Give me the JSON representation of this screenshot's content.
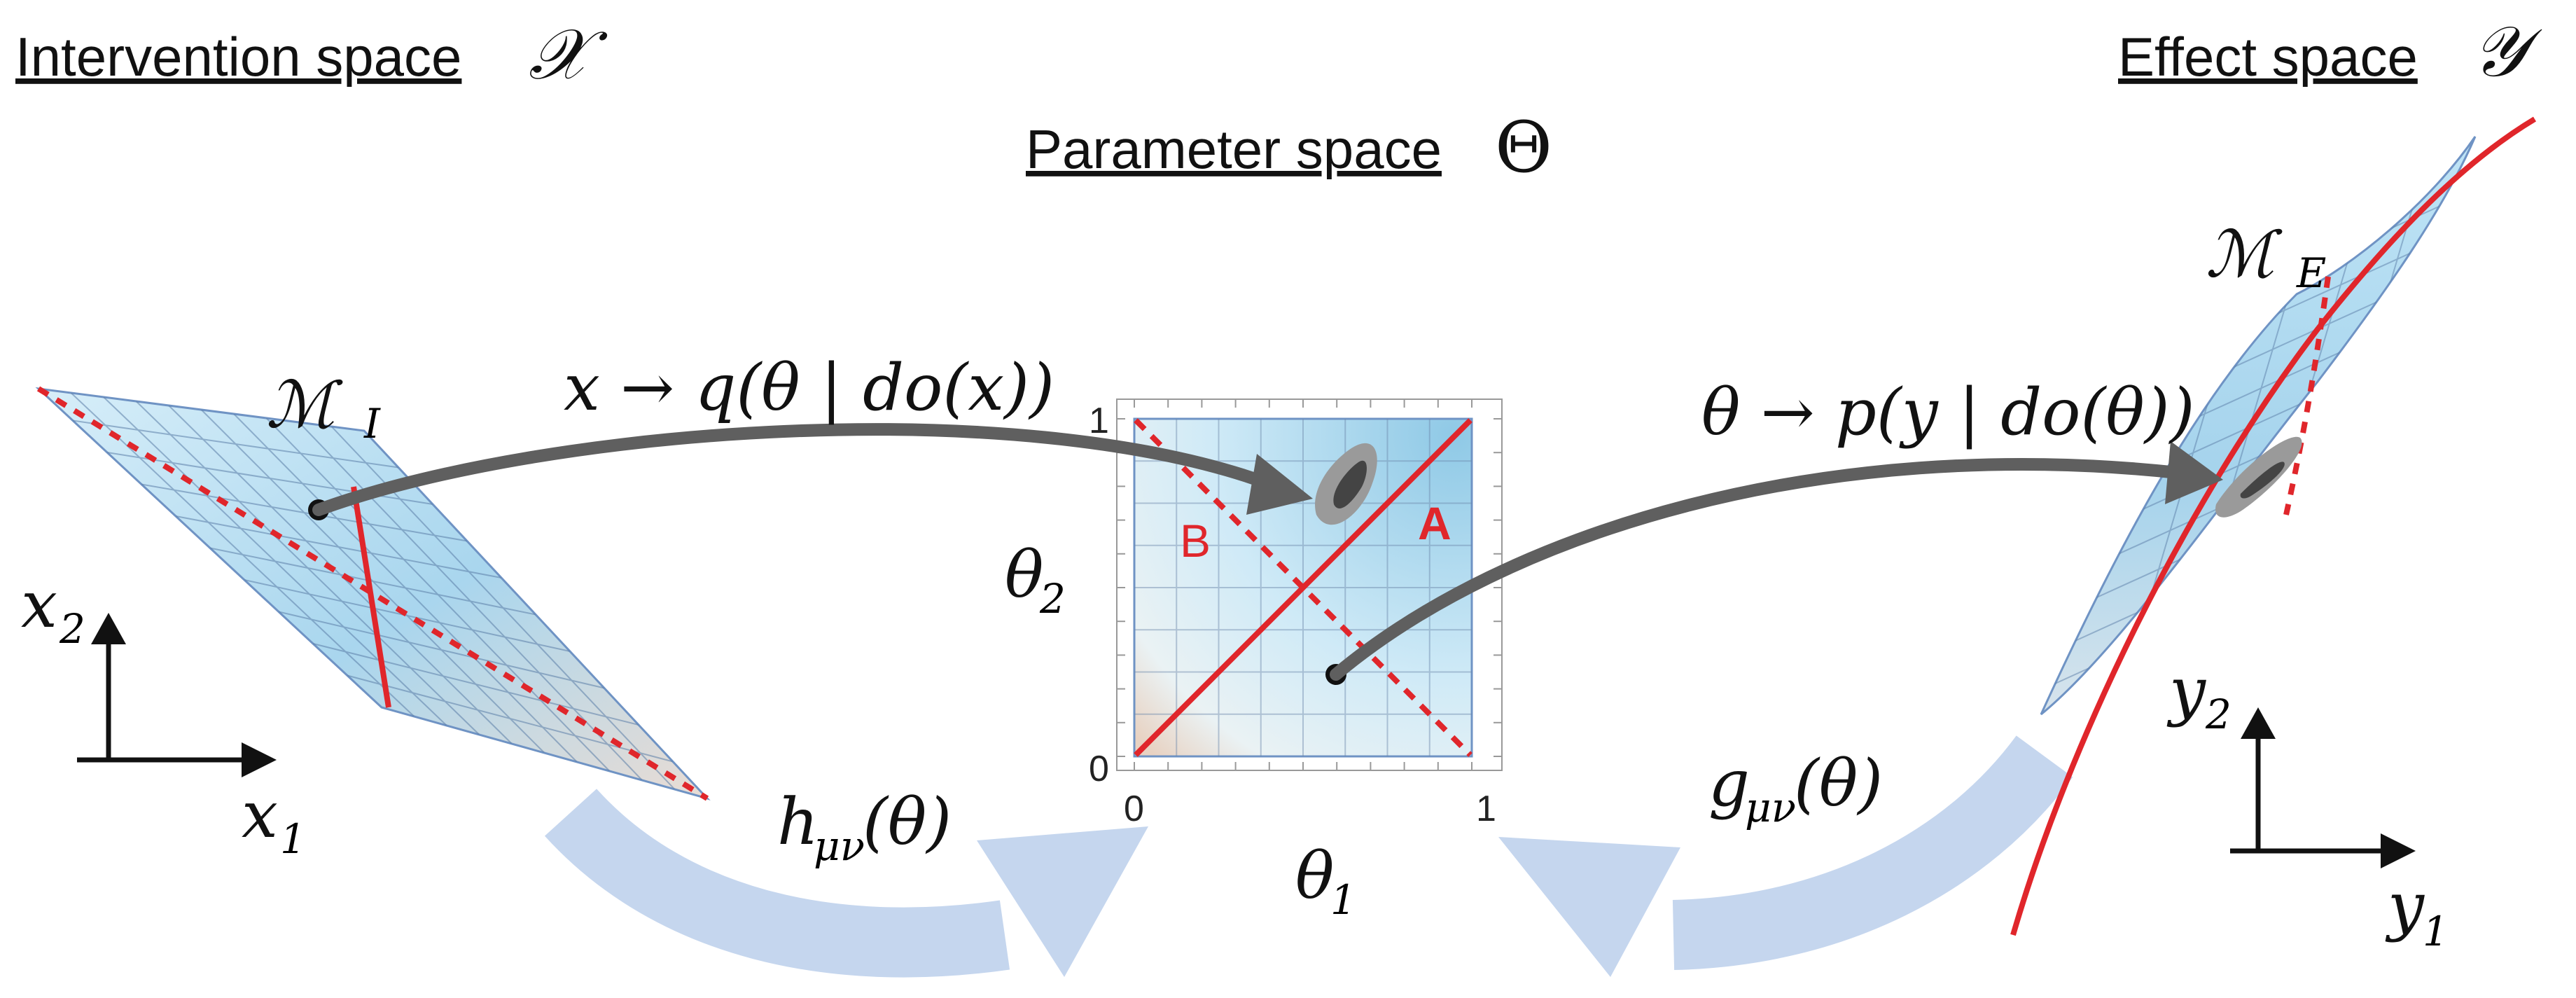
{
  "spaces": {
    "intervention": {
      "label": "Intervention space",
      "symbol": "𝒳"
    },
    "parameter": {
      "label": "Parameter space",
      "symbol": "Θ"
    },
    "effect": {
      "label": "Effect space",
      "symbol": "𝒴"
    }
  },
  "manifolds": {
    "intervention": {
      "letter": "ℳ",
      "sub": "I"
    },
    "effect": {
      "letter": "ℳ",
      "sub": "E"
    }
  },
  "arrows": {
    "to_parameter": "x → q(θ | do(x))",
    "to_effect": "θ → p(y | do(θ))",
    "h_map": {
      "name": "h",
      "sub": "μν",
      "arg": "(θ)"
    },
    "g_map": {
      "name": "g",
      "sub": "μν",
      "arg": "(θ)"
    }
  },
  "axes": {
    "intervention": {
      "x": "x",
      "x_sub": "1",
      "y": "x",
      "y_sub": "2"
    },
    "effect": {
      "x": "y",
      "x_sub": "1",
      "y": "y",
      "y_sub": "2"
    },
    "parameter": {
      "x": "θ",
      "x_sub": "1",
      "y": "θ",
      "y_sub": "2"
    }
  },
  "parameter_plot": {
    "ticks": {
      "x0": "0",
      "x1": "1",
      "y0": "0",
      "y1": "1"
    },
    "region_a": "A",
    "region_b": "B"
  },
  "colors": {
    "accent_red": "#e0262b",
    "arrow_gray": "#5f5f5f",
    "wide_arrow_blue": "#c5d6ee",
    "surface_blue": "#b5dcef"
  }
}
